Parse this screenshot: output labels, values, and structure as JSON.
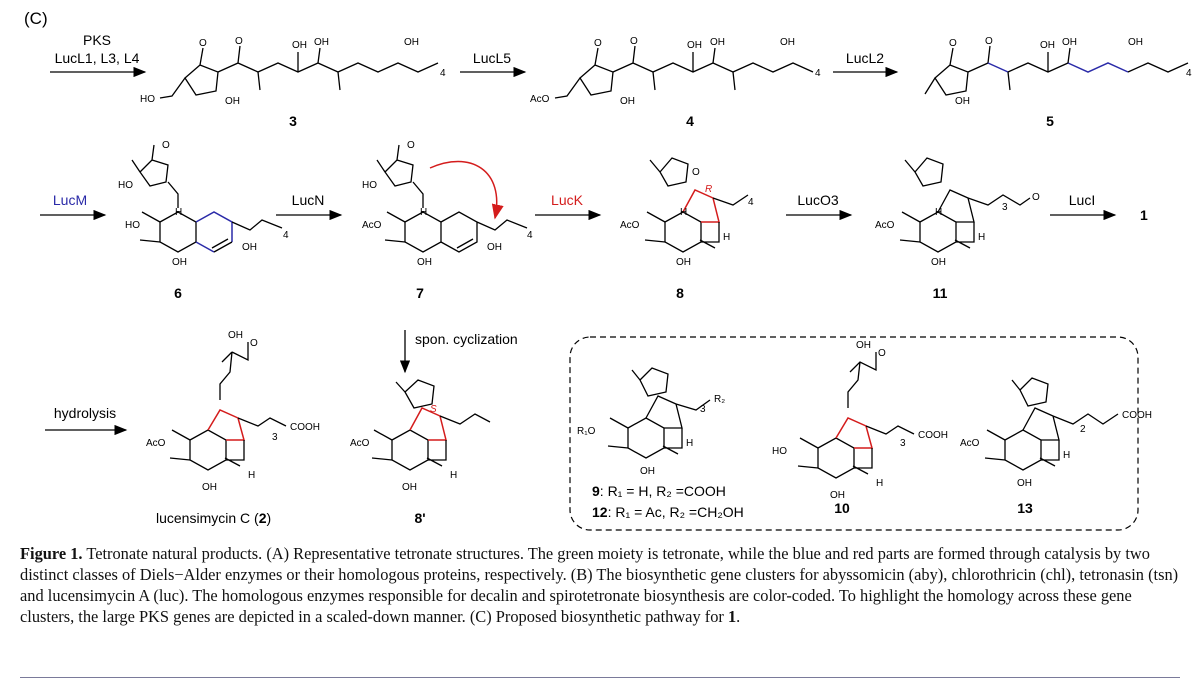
{
  "panel_label": "(C)",
  "enzymes": {
    "pks_line1": "PKS",
    "pks_line2": "LucL1, L3, L4",
    "lucL5": "LucL5",
    "lucL2": "LucL2",
    "lucM": "LucM",
    "lucN": "LucN",
    "lucK": "LucK",
    "lucO3": "LucO3",
    "lucI": "LucI",
    "spon": "spon. cyclization",
    "hydrolysis": "hydrolysis"
  },
  "compounds": {
    "c3": "3",
    "c4": "4",
    "c5": "5",
    "c6": "6",
    "c7": "7",
    "c8": "8",
    "c11": "11",
    "c1": "1",
    "c8p": "8'",
    "c10": "10",
    "c13": "13",
    "c2_name": "lucensimycin C (",
    "c2_num": "2",
    "c2_close": ")"
  },
  "atoms": {
    "O": "O",
    "OH": "OH",
    "HO": "HO",
    "AcO": "AcO",
    "H": "H",
    "COOH": "COOH",
    "R": "R",
    "S": "S",
    "R1O": "R₁O",
    "R2": "R₂",
    "sub4": "4",
    "sub3": "3",
    "sub2": "2"
  },
  "box": {
    "line9_num": "9",
    "line9_text": ": R₁ = H, R₂ =COOH",
    "line12_num": "12",
    "line12_text": ": R₁ = Ac, R₂ =CH₂OH"
  },
  "caption": {
    "fig": "Figure 1.",
    "text": " Tetronate natural products. (A) Representative tetronate structures. The green moiety is tetronate, while the blue and red parts are formed through catalysis by two distinct classes of Diels−Alder enzymes or their homologous proteins, respectively. (B) The biosynthetic gene clusters for abyssomicin (aby), chlorothricin (chl), tetronasin (tsn) and lucensimycin A (luc). The homologous enzymes responsible for decalin and spirotetronate biosynthesis are color-coded. To highlight the homology across these gene clusters, the large PKS genes are depicted in a scaled-down manner. (C) Proposed biosynthetic pathway for ",
    "bold_end": "1",
    "end": "."
  },
  "colors": {
    "blue": "#2a2aa8",
    "red": "#d41c1c",
    "rule": "#7a7a9a"
  }
}
